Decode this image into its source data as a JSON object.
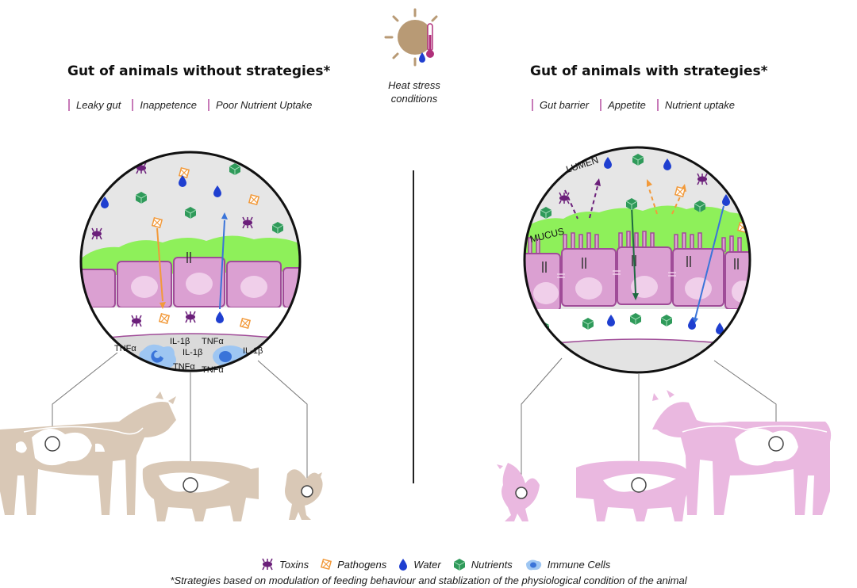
{
  "heat": {
    "line1": "Heat stress",
    "line2": "conditions"
  },
  "left": {
    "title": "Gut of animals without strategies*",
    "tags": [
      "Leaky gut",
      "Inappetence",
      "Poor Nutrient Uptake"
    ],
    "cytokines": [
      "TNFα",
      "IL-1β",
      "TNFα",
      "IL-1β",
      "TNFα",
      "TNFα",
      "IL-1β"
    ]
  },
  "right": {
    "title": "Gut of animals with strategies*",
    "tags": [
      "Gut barrier",
      "Appetite",
      "Nutrient uptake"
    ],
    "labels": {
      "lumen": "LUMEN",
      "mucus": "MUCUS"
    }
  },
  "legend": [
    {
      "icon": "toxin-icon",
      "label": "Toxins"
    },
    {
      "icon": "pathogen-icon",
      "label": "Pathogens"
    },
    {
      "icon": "water-drop-icon",
      "label": "Water"
    },
    {
      "icon": "nutrient-cube-icon",
      "label": "Nutrients"
    },
    {
      "icon": "immune-cell-icon",
      "label": "Immune Cells"
    }
  ],
  "footnote": "*Strategies based on modulation of feeding behaviour and stablization of the physiological condition of the animal",
  "colors": {
    "toxin": "#6b1f7a",
    "pathogen": "#f29a3b",
    "water": "#1f3fd0",
    "nutrient": "#2f9a5a",
    "mucus": "#8ef05a",
    "cell": "#dba0d2",
    "animal_left": "#d9c8b6",
    "animal_right": "#eab8e0",
    "sun": "#b89a75"
  }
}
